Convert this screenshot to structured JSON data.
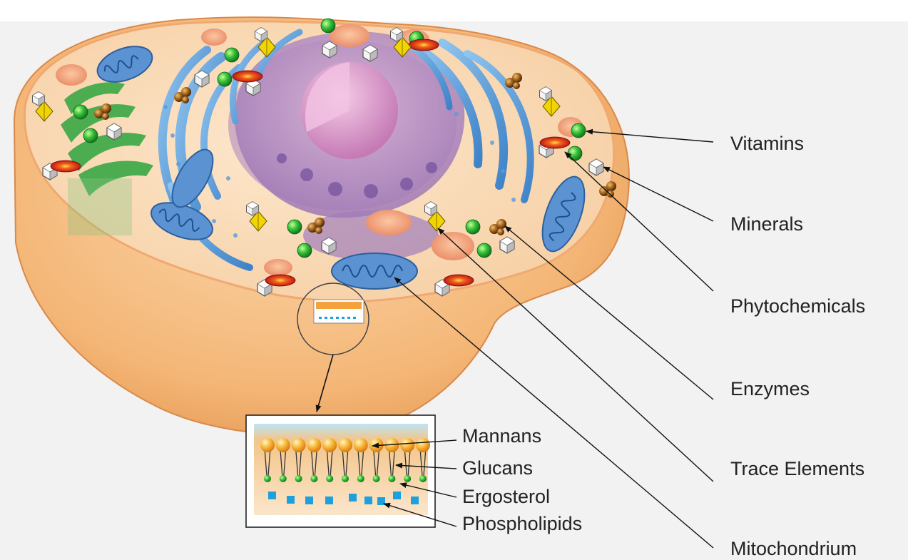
{
  "cell_labels": {
    "vitamins": "Vitamins",
    "minerals": "Minerals",
    "phytochemicals": "Phytochemicals",
    "enzymes": "Enzymes",
    "trace_elements": "Trace Elements",
    "mitochondrium": "Mitochondrium"
  },
  "membrane_labels": {
    "mannans": "Mannans",
    "glucans": "Glucans",
    "ergosterol": "Ergosterol",
    "phospholipids": "Phospholipids"
  },
  "colors": {
    "background_panel": "#f2f2f2",
    "cytoplasm": "#f7d7b0",
    "cell_wall": "#f0a862",
    "er_blue": "#4f8fd0",
    "nucleus": "#b98ac6",
    "nucleolus": "#e1a6d4",
    "golgi_green": "#2f9b3f",
    "vitamin_green": "#3cc23c",
    "mineral_white": "#e6e6e6",
    "phyto_red": "#c8151b",
    "enzyme_brown": "#8a5418",
    "trace_yellow": "#f2d400",
    "membrane_orange": "#f4a23a",
    "phospholipid_blue": "#1ea0dc"
  }
}
